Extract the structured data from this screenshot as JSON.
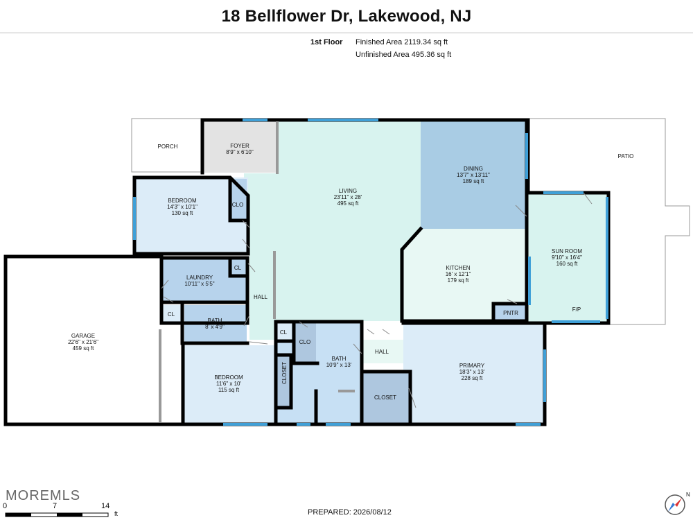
{
  "header": {
    "title": "18 Bellflower Dr, Lakewood, NJ",
    "floor": "1st Floor",
    "finished_area": "Finished Area 2119.34 sq ft",
    "unfinished_area": "Unfinished Area 495.36 sq ft"
  },
  "rooms": {
    "porch": "PORCH",
    "foyer": {
      "name": "FOYER",
      "dims": "8'9\" x 6'10\""
    },
    "living": {
      "name": "LIVING",
      "dims": "23'11\" x 28'",
      "area": "495 sq ft"
    },
    "dining": {
      "name": "DINING",
      "dims": "13'7\" x 13'11\"",
      "area": "189 sq ft"
    },
    "patio": "PATIO",
    "bedroom1": {
      "name": "BEDROOM",
      "dims": "14'3\" x 10'1\"",
      "area": "130 sq ft"
    },
    "clo1": "CLO",
    "sunroom": {
      "name": "SUN ROOM",
      "dims": "9'10\" x 16'4\"",
      "area": "160 sq ft"
    },
    "kitchen": {
      "name": "KITCHEN",
      "dims": "16' x 12'1\"",
      "area": "179 sq ft"
    },
    "laundry": {
      "name": "LAUNDRY",
      "dims": "10'11\" x 5'5\""
    },
    "cl1": "CL",
    "hall1": "HALL",
    "fp": "F/P",
    "pntr": "PNTR",
    "garage": {
      "name": "GARAGE",
      "dims": "22'6\" x 21'6\"",
      "area": "459 sq ft"
    },
    "cl2": "CL",
    "bath1": {
      "name": "BATH",
      "dims": "8' x 4'9\""
    },
    "cl3": "CL",
    "clo2": "CLO",
    "bath2": {
      "name": "BATH",
      "dims": "10'9\" x 13'"
    },
    "hall2": "HALL",
    "primary": {
      "name": "PRIMARY",
      "dims": "18'3\" x 13'",
      "area": "228 sq ft"
    },
    "bedroom2": {
      "name": "BEDROOM",
      "dims": "11'6\" x 10'",
      "area": "115 sq ft"
    },
    "closet1": "CLOSET",
    "closet2": "CLOSET"
  },
  "footer": {
    "watermark": "MOREMLS",
    "scale": [
      "0",
      "7",
      "14"
    ],
    "scale_unit": "ft",
    "prepared": "PREPARED: 2026/08/12",
    "compass": "N"
  },
  "colors": {
    "wall": "#000000",
    "window": "#3fa0d8",
    "living": "#d8f3ef",
    "dining": "#a9cce4",
    "bedroom": "#dcecf8",
    "laundry": "#b7d3ec",
    "foyer": "#e3e3e3",
    "garage": "#ffffff",
    "closet": "#aec7df"
  }
}
